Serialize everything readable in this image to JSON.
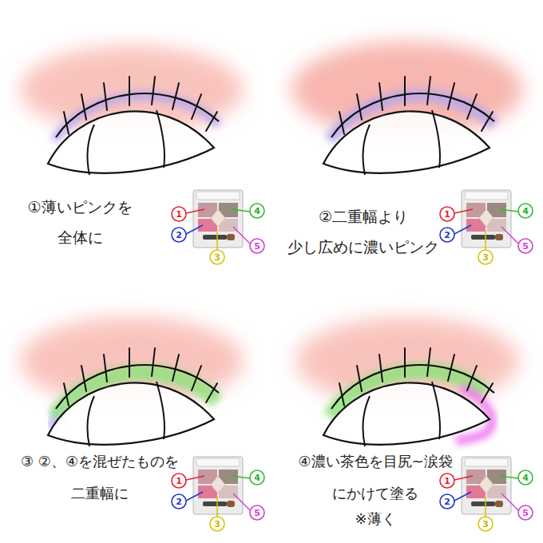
{
  "diagram": {
    "labels": [
      "①薄いピンクを 全体に",
      "1",
      "2",
      "3",
      "4",
      "5",
      "②二重幅より 少し広めに濃いピンク",
      "1",
      "2",
      "3",
      "4",
      "5",
      "③ ②、④を混ぜたものを 二重幅に",
      "1",
      "2",
      "3",
      "4",
      "5",
      "④濃い茶色を目尻~涙袋 にかけて塗る",
      "※薄く",
      "1",
      "2",
      "3",
      "4",
      "5"
    ]
  }
}
